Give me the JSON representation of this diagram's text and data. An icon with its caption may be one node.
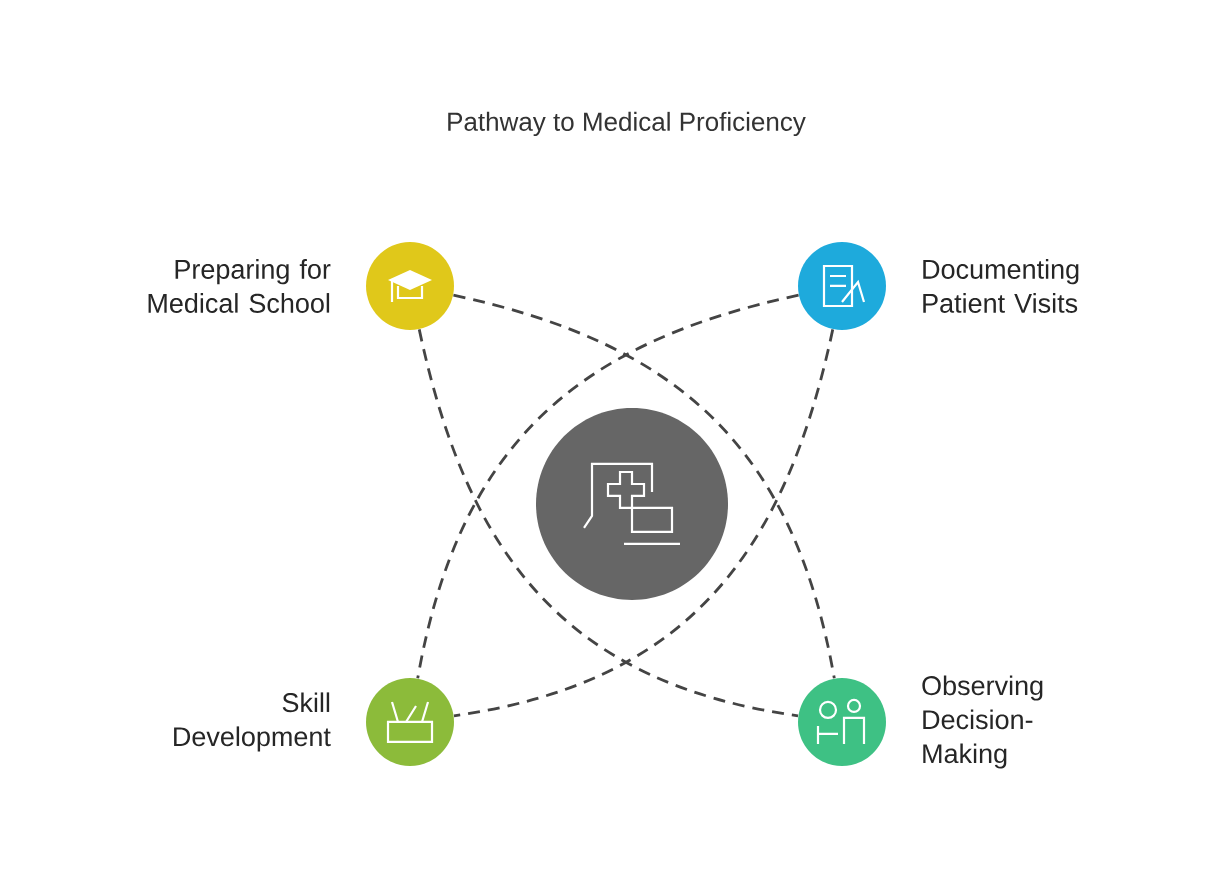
{
  "diagram": {
    "title": "Pathway to Medical Proficiency",
    "nodes": [
      {
        "text": [
          "Preparing for Medical School"
        ]
      },
      {
        "text": [
          "Documenting Patient Visits"
        ]
      },
      {
        "text": [],
        "shape": "circle"
      },
      {
        "text": [
          "Skill Development"
        ]
      },
      {
        "text": [
          "Observing Decision-Making"
        ]
      }
    ],
    "edges": [
      {
        "from": 0,
        "to": 4,
        "arrow": "none",
        "style": "dashed"
      },
      {
        "from": 0,
        "to": 4,
        "arrow": "none",
        "style": "dashed"
      },
      {
        "from": 1,
        "to": 3,
        "arrow": "none",
        "style": "dashed"
      },
      {
        "from": 1,
        "to": 3,
        "arrow": "none",
        "style": "dashed"
      }
    ]
  }
}
